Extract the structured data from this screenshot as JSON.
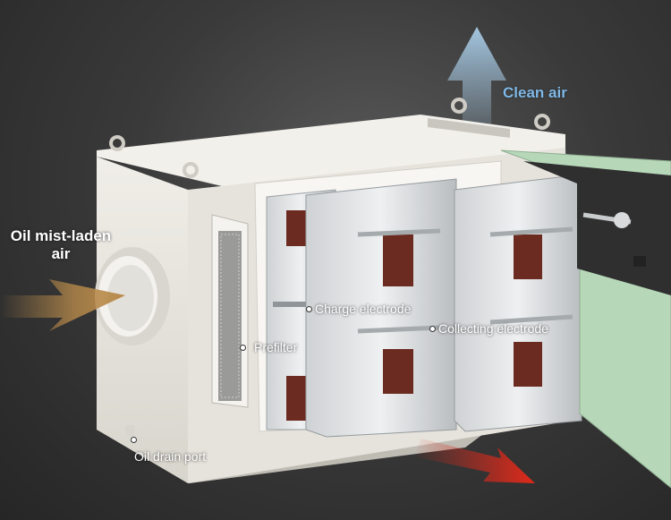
{
  "labels": {
    "inlet": "Oil mist-laden air",
    "outlet": "Clean air",
    "prefilter": "Prefilter",
    "charge": "Charge electrode",
    "collecting": "Collecting electrode",
    "drain": "Oil drain port"
  },
  "colors": {
    "clean_air_text": "#7fb8e6",
    "inlet_arrow": "#b88a4a",
    "outlet_arrow": "#d9291c",
    "clean_air_arrow": "#a9cde8",
    "housing": "#e9e6df",
    "door": "#b7d7b9"
  }
}
